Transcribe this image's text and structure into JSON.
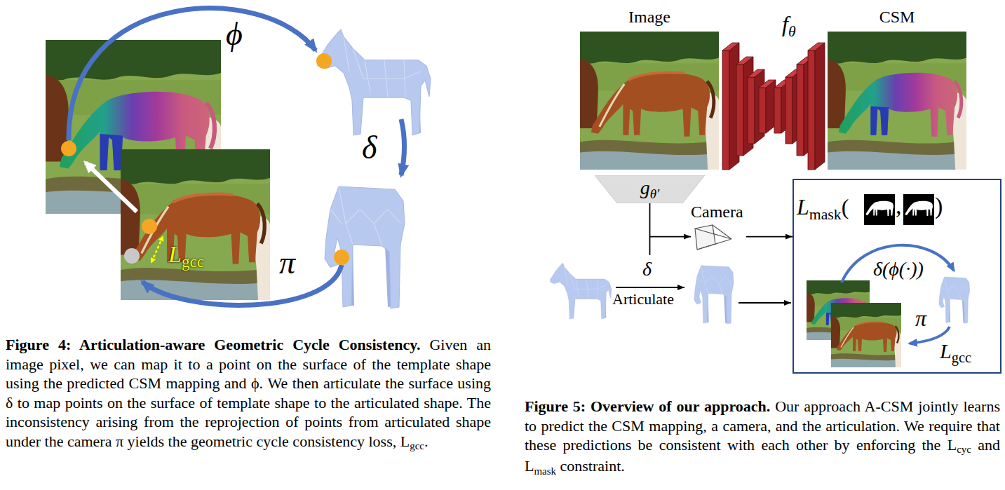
{
  "diagram": {
    "nodes": [
      {
        "text": [
          "Image"
        ]
      },
      {
        "text": [
          "f",
          "θ"
        ]
      },
      {
        "text": [
          "CSM"
        ]
      },
      {
        "text": [
          "g",
          "θ′"
        ]
      },
      {
        "text": [
          "Camera"
        ]
      },
      {
        "text": [
          "L",
          "mask",
          "(",
          ",",
          ")",
          "δ(ϕ(·))",
          "π",
          "L",
          "gcc"
        ]
      }
    ],
    "edges": [
      {
        "from": 3,
        "to": 4,
        "arrow": "to"
      },
      {
        "from": 4,
        "to": 5,
        "arrow": "to"
      }
    ],
    "labels": [
      "ϕ",
      "δ",
      "L",
      "gcc",
      "π",
      "Figure 4: Articulation-aware Geometric Cycle Consistency.",
      " Given an image pixel, we can map it to a point on the surface of the template shape using the predicted CSM mapping and ϕ. We then articulate the surface using δ to map points on the surface of template shape to the articulated shape. The inconsistency arising from the reprojection of points from articulated shape under the camera π yields the geometric cycle consistency loss, L",
      "gcc",
      ".",
      "δ",
      "Articulate",
      "Figure 5: Overview of our approach.",
      " Our approach A-CSM jointly learns to predict the CSM mapping, a camera, and the articulation. We require that these predictions be consistent with each other by enforcing the L",
      "cyc",
      " and L",
      "mask",
      " constraint."
    ]
  }
}
